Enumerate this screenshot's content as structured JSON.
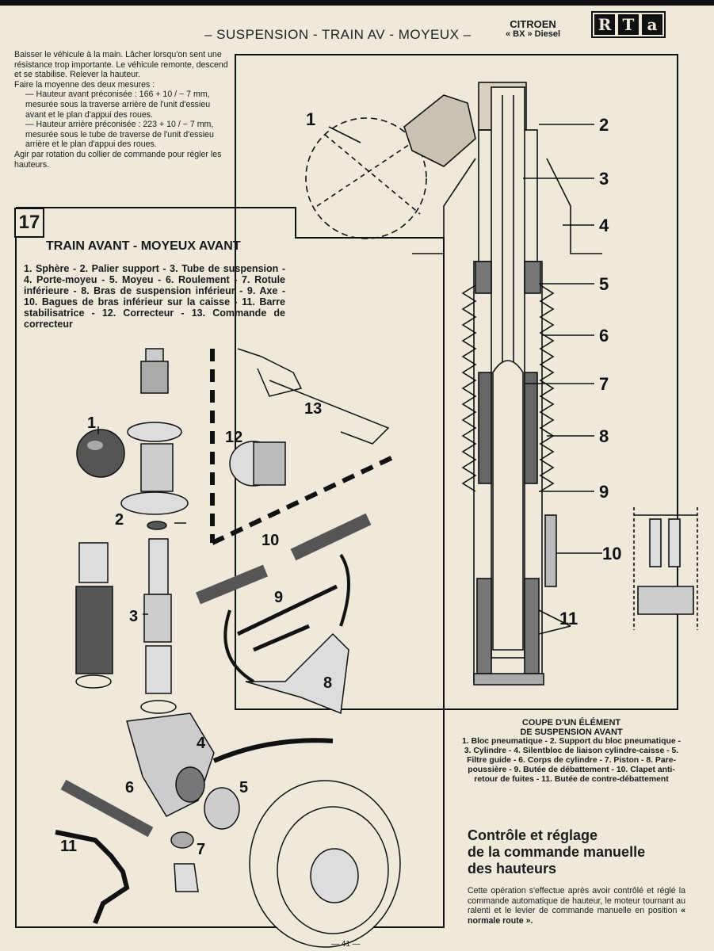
{
  "header": {
    "title": "– SUSPENSION - TRAIN AV - MOYEUX –",
    "brand_line1": "CITROEN",
    "brand_line2": "« BX » Diesel",
    "logo_letters": [
      "R",
      "T",
      "a"
    ]
  },
  "intro": {
    "p1": "Baisser le véhicule à la main. Lâcher lorsqu'on sent une résistance trop importante. Le véhicule remonte, descend et se stabilise. Relever la hauteur.",
    "p2": "Faire la moyenne des deux mesures :",
    "p3": "— Hauteur avant préconisée : 166 + 10 / − 7 mm, mesurée sous la traverse arrière de l'unit d'essieu avant et le plan d'appui des roues.",
    "p4": "— Hauteur arrière préconisée : 223 + 10 / − 7 mm, mesurée sous le tube de traverse de l'unit d'essieu arrière et le plan d'appui des roues.",
    "p5": "Agir par rotation du collier de commande pour régler les hauteurs."
  },
  "figure17": {
    "number": "17",
    "title": "TRAIN AVANT - MOYEUX AVANT",
    "legend": "1. Sphère - 2. Palier support - 3. Tube de suspension - 4. Porte-moyeu - 5. Moyeu - 6. Roulement - 7. Rotule inférieure - 8. Bras de suspension inférieur - 9. Axe - 10. Bagues de bras inférieur sur la caisse - 11. Barre stabilisatrice - 12. Correcteur - 13. Commande de correcteur",
    "callouts": [
      "1",
      "2",
      "3",
      "4",
      "5",
      "6",
      "7",
      "8",
      "9",
      "10",
      "11",
      "12",
      "13"
    ]
  },
  "coupe": {
    "title_line1": "COUPE D'UN ÉLÉMENT",
    "title_line2": "DE SUSPENSION AVANT",
    "legend": "1. Bloc pneumatique - 2. Support du bloc pneumatique - 3. Cylindre - 4. Silentbloc de liaison cylindre-caisse - 5. Filtre guide - 6. Corps de cylindre - 7. Piston - 8. Pare-poussière - 9. Butée de débattement - 10. Clapet anti-retour de fuites - 11. Butée de contre-débattement",
    "callouts": [
      "1",
      "2",
      "3",
      "4",
      "5",
      "6",
      "7",
      "8",
      "9",
      "10",
      "11"
    ]
  },
  "section": {
    "title_line1": "Contrôle et réglage",
    "title_line2": "de la commande manuelle",
    "title_line3": "des hauteurs",
    "body_start": "Cette opération s'effectue après avoir contrôlé et réglé la commande automatique de hauteur, le moteur tournant au ralenti et le levier de commande manuelle en position ",
    "body_bold": "« normale route ».",
    "body_end": ""
  },
  "footer": {
    "page": "— 41 —"
  }
}
